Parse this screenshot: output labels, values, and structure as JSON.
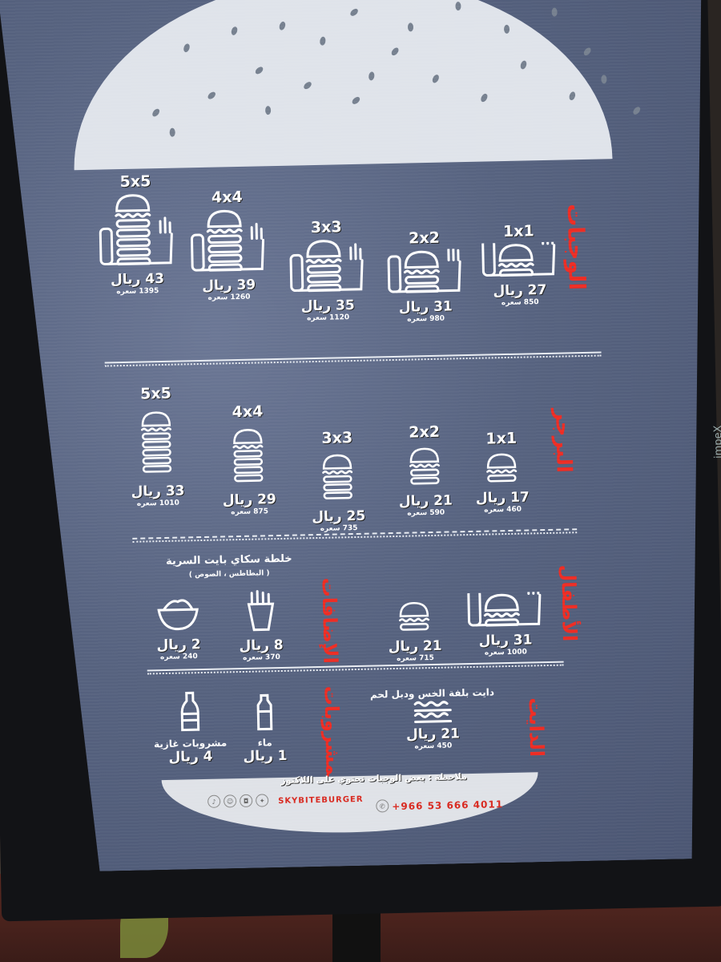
{
  "device_brand": "impeX",
  "colors": {
    "accent": "#ee2b22",
    "screen": "#56627f",
    "bun": "#dfe3ea"
  },
  "sections": {
    "meals": {
      "title": "الوجبات",
      "items": [
        {
          "size": "5x5",
          "price": "43 ريال",
          "calories": "1395 سعره",
          "icon": "meal-icon",
          "patties": 5
        },
        {
          "size": "4x4",
          "price": "39 ريال",
          "calories": "1260 سعره",
          "icon": "meal-icon",
          "patties": 4
        },
        {
          "size": "3x3",
          "price": "35 ريال",
          "calories": "1120 سعره",
          "icon": "meal-icon",
          "patties": 3
        },
        {
          "size": "2x2",
          "price": "31 ريال",
          "calories": "980 سعره",
          "icon": "meal-icon",
          "patties": 2
        },
        {
          "size": "1x1",
          "price": "27 ريال",
          "calories": "850 سعره",
          "icon": "meal-icon",
          "patties": 1
        }
      ]
    },
    "burgers": {
      "title": "البرجر",
      "items": [
        {
          "size": "5x5",
          "price": "33 ريال",
          "calories": "1010 سعره",
          "icon": "burger-icon",
          "patties": 5
        },
        {
          "size": "4x4",
          "price": "29 ريال",
          "calories": "875 سعره",
          "icon": "burger-icon",
          "patties": 4
        },
        {
          "size": "3x3",
          "price": "25 ريال",
          "calories": "735 سعره",
          "icon": "burger-icon",
          "patties": 3
        },
        {
          "size": "2x2",
          "price": "21 ريال",
          "calories": "590 سعره",
          "icon": "burger-icon",
          "patties": 2
        },
        {
          "size": "1x1",
          "price": "17 ريال",
          "calories": "460 سعره",
          "icon": "burger-icon",
          "patties": 1
        }
      ]
    },
    "kids": {
      "title": "الأطفال",
      "items": [
        {
          "price": "31 ريال",
          "calories": "1000 سعره",
          "icon": "kids-meal-icon"
        },
        {
          "price": "21 ريال",
          "calories": "715 سعره",
          "icon": "burger-icon"
        }
      ]
    },
    "extras": {
      "title": "الإضافات",
      "header": "خلطة سكاي بايت السرية",
      "subheader": "( البطاطس ، الصوص )",
      "items": [
        {
          "price": "8 ريال",
          "calories": "370 سعره",
          "icon": "fries-icon"
        },
        {
          "price": "2 ريال",
          "calories": "240 سعره",
          "icon": "sauce-bowl-icon"
        }
      ]
    },
    "diet": {
      "title": "الدايت",
      "description": "دايت بلفة الخس ودبل لحم",
      "price": "21 ريال",
      "calories": "450 سعره",
      "icon": "lettuce-wrap-icon"
    },
    "drinks": {
      "title": "المشروبات",
      "items": [
        {
          "name": "ماء",
          "price": "1 ريال",
          "icon": "water-bottle-icon"
        },
        {
          "name": "مشروبات غازية",
          "price": "4 ريال",
          "icon": "soda-bottle-icon"
        }
      ]
    }
  },
  "footer": {
    "note": "ملاحظة : بعض الوجبات تحتوي على اللاكتوز",
    "handle": "SKYBITEBURGER",
    "phone": "+966 53 666 4011",
    "social": [
      "tiktok-icon",
      "snapchat-icon",
      "instagram-icon",
      "twitter-icon",
      "whatsapp-icon"
    ]
  }
}
